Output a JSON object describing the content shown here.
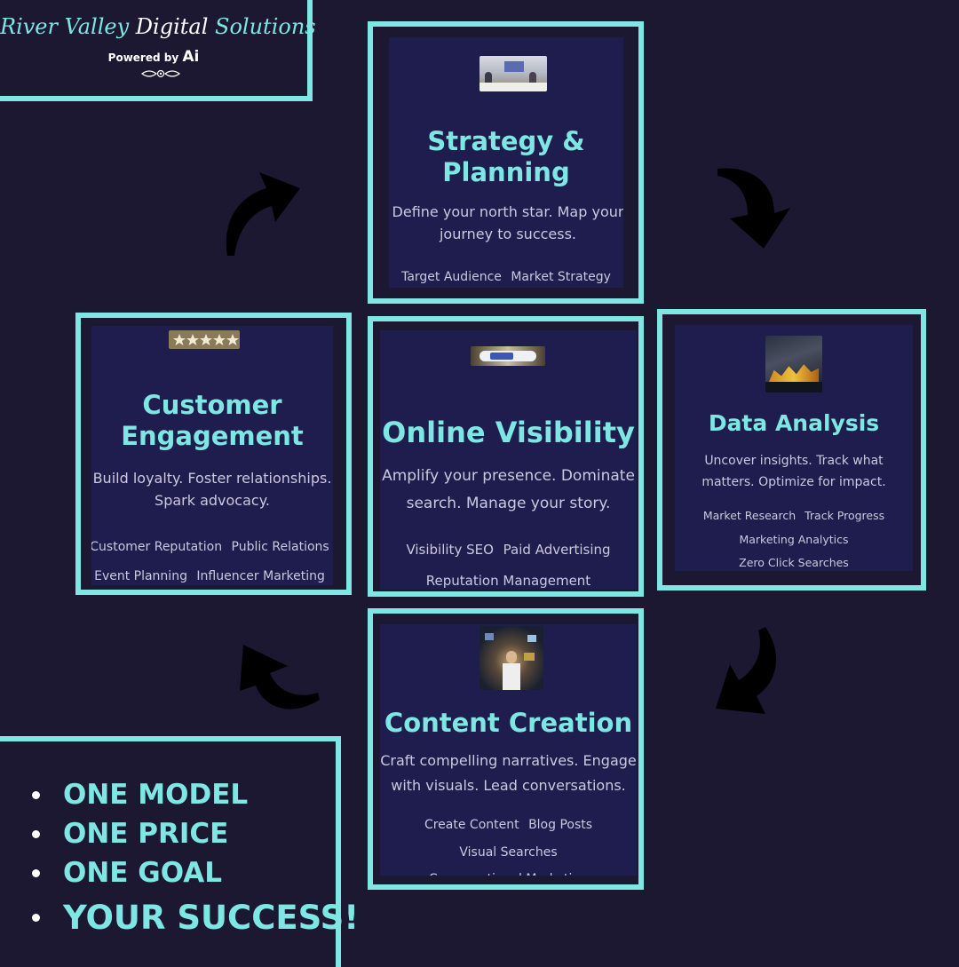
{
  "logo": {
    "title_start": "River Valley ",
    "title_mid": "Digital",
    "title_end": " Solutions",
    "powered_by": "Powered by ",
    "ai": "Ai"
  },
  "cards": {
    "strategy": {
      "title_line1": "Strategy &",
      "title_line2": "Planning",
      "desc_line1": "Define your north star. Map your",
      "desc_line2": "journey to success.",
      "tags": [
        "Target Audience",
        "Market Strategy"
      ]
    },
    "engagement": {
      "title_line1": "Customer",
      "title_line2": "Engagement",
      "desc_line1": "Build loyalty. Foster relationships.",
      "desc_line2": "Spark advocacy.",
      "tags_row1": [
        "Customer Reputation",
        "Public Relations"
      ],
      "tags_row2": [
        "Event Planning",
        "Influencer Marketing"
      ]
    },
    "visibility": {
      "title": "Online Visibility",
      "desc_line1": "Amplify your presence. Dominate",
      "desc_line2": "search. Manage your story.",
      "tags_row1": [
        "Visibility SEO",
        "Paid Advertising"
      ],
      "tags_row2": [
        "Reputation Management"
      ]
    },
    "data": {
      "title": "Data Analysis",
      "desc_line1": "Uncover insights. Track what",
      "desc_line2": "matters. Optimize for impact.",
      "tags_row1": [
        "Market Research",
        "Track Progress"
      ],
      "tags_row2": [
        "Marketing Analytics"
      ],
      "tags_row3": [
        "Zero Click Searches"
      ]
    },
    "content": {
      "title": "Content Creation",
      "desc_line1": "Craft compelling narratives. Engage",
      "desc_line2": "with visuals. Lead conversations.",
      "tags_row1": [
        "Create Content",
        "Blog Posts"
      ],
      "tags_row2": [
        "Visual Searches"
      ],
      "tags_row3": [
        "Conversational Marketing"
      ]
    }
  },
  "bullets": [
    "ONE MODEL",
    "ONE PRICE",
    "ONE GOAL",
    "YOUR SUCCESS!"
  ],
  "colors": {
    "background": "#1c1832",
    "accent": "#7ee6e3",
    "card_fill": "#1f1d4d",
    "text": "#c9c9df",
    "arrow": "#000000"
  },
  "icons": [
    "star-rating-icon",
    "curved-arrow-icon",
    "flourish-ornament-icon"
  ]
}
